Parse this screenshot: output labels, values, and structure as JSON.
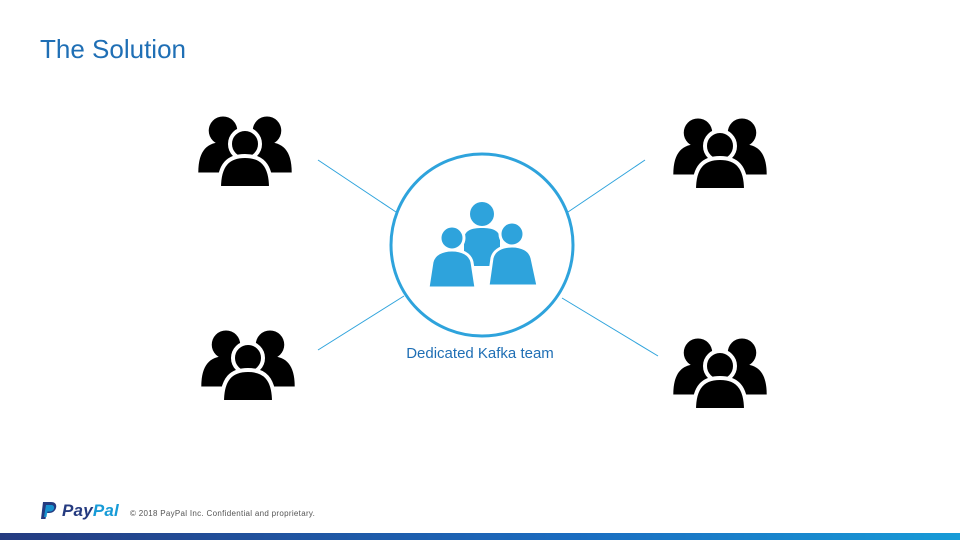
{
  "slide": {
    "title": "The Solution",
    "center_label": "Dedicated Kafka team",
    "footer": {
      "logo_pay": "Pay",
      "logo_pal": "Pal",
      "copyright": "© 2018 PayPal Inc. Confidential and proprietary."
    }
  },
  "diagram": {
    "nodes": [
      {
        "name": "user-group-top-left",
        "icon": "user-group-icon",
        "color": "#000000"
      },
      {
        "name": "user-group-top-right",
        "icon": "user-group-icon",
        "color": "#000000"
      },
      {
        "name": "user-group-bottom-left",
        "icon": "user-group-icon",
        "color": "#000000"
      },
      {
        "name": "user-group-bottom-right",
        "icon": "user-group-icon",
        "color": "#000000"
      },
      {
        "name": "kafka-team-group",
        "icon": "team-icon",
        "color": "#2ea3dc"
      }
    ],
    "connectors": [
      "top-left",
      "top-right",
      "bottom-left",
      "bottom-right"
    ]
  },
  "colors": {
    "title": "#1f6fb5",
    "accent": "#2ea3dc",
    "connector": "#2ea3dc",
    "brand_dark": "#253b80",
    "brand_light": "#179bd7"
  }
}
